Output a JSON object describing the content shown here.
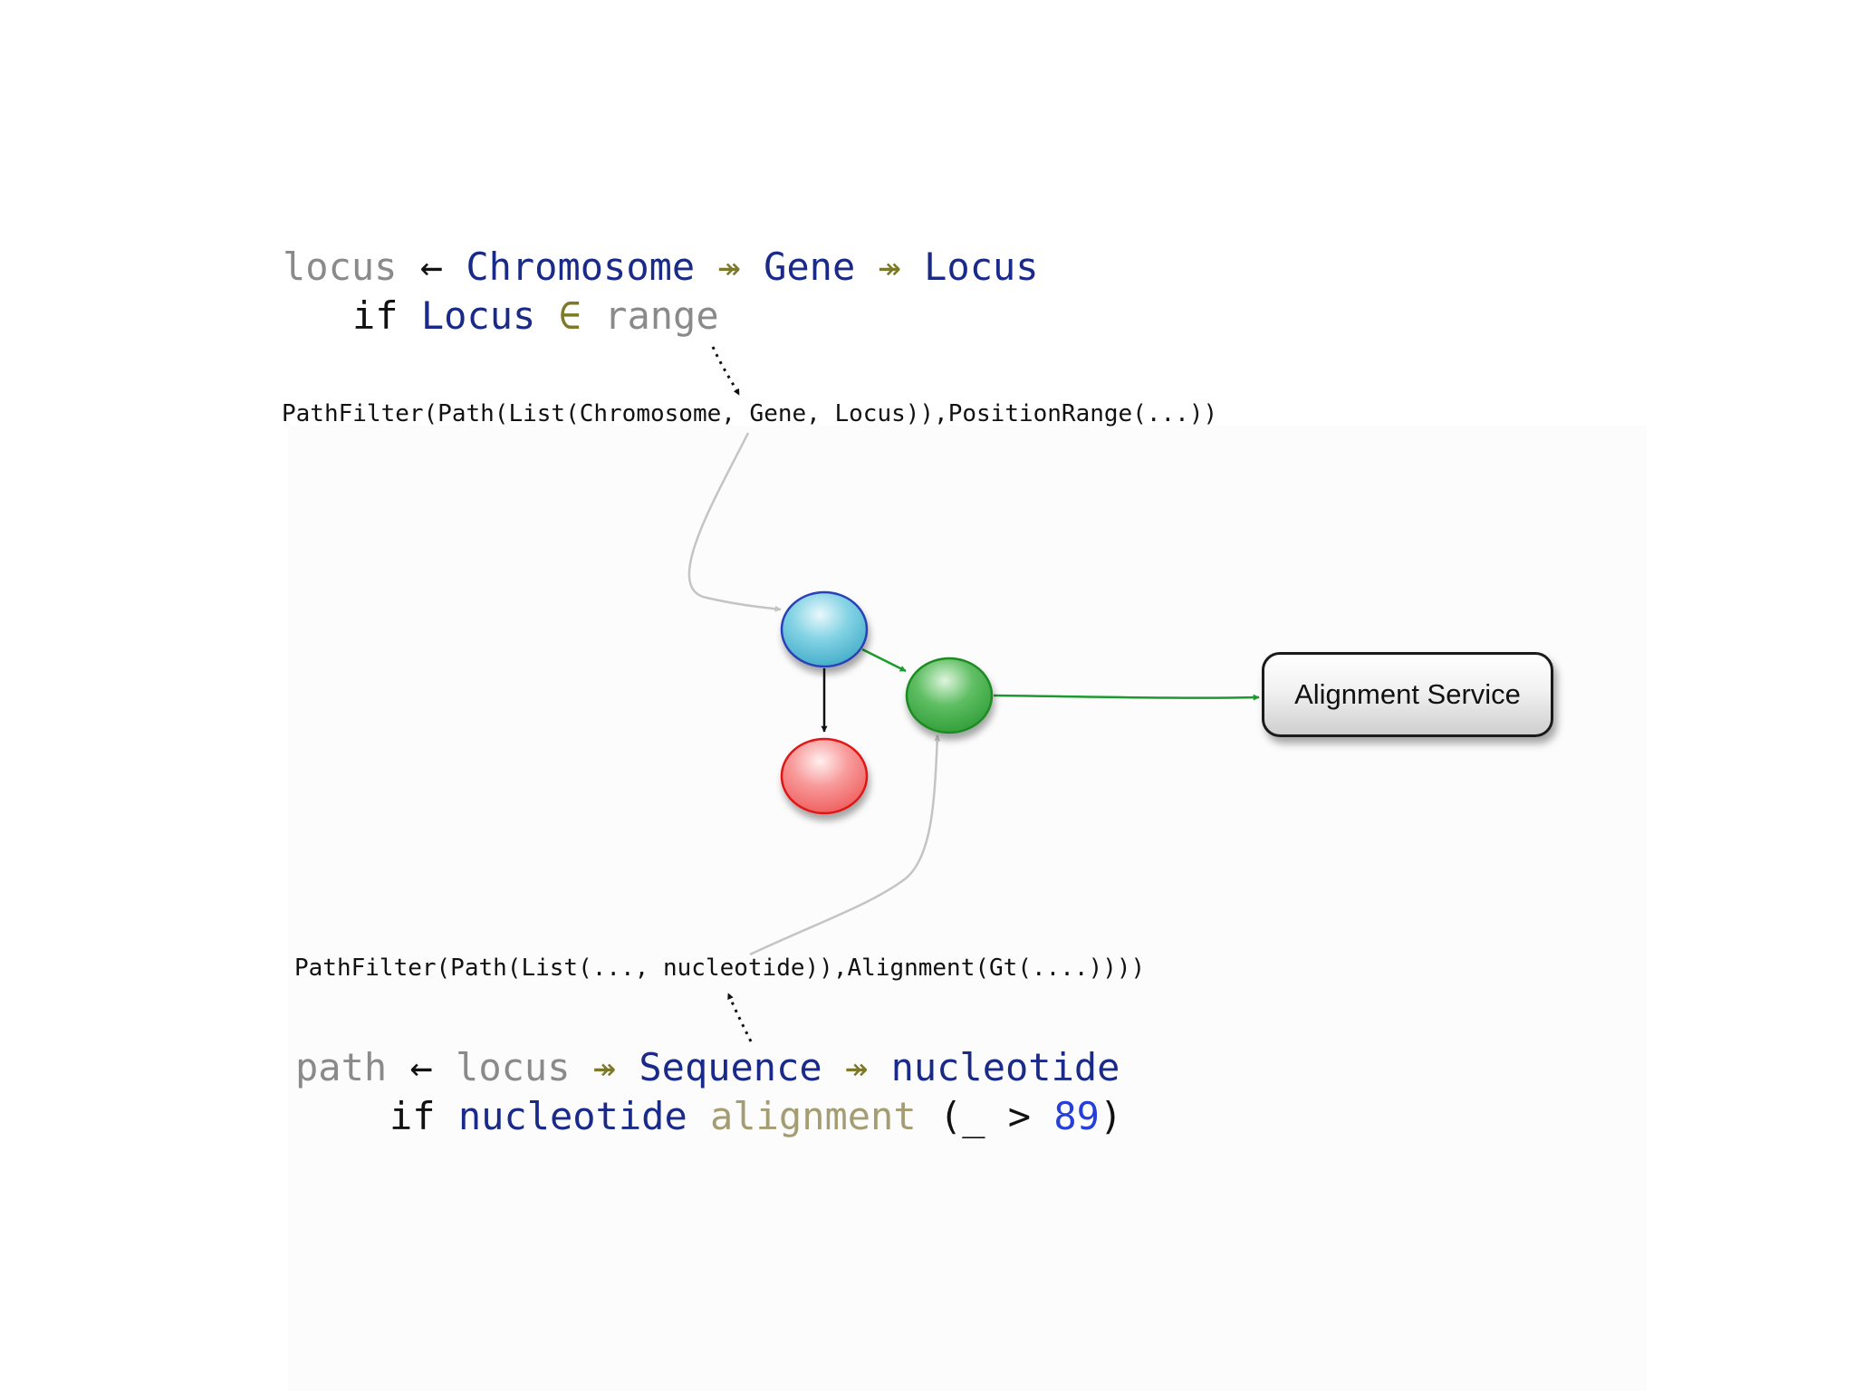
{
  "query1": {
    "line1": {
      "var": "locus",
      "assign": "←",
      "t1": "Chromosome",
      "arrow1": "↠",
      "t2": "Gene",
      "arrow2": "↠",
      "t3": "Locus"
    },
    "line2": {
      "kw": "if",
      "t": "Locus",
      "op": "∈",
      "var": "range"
    },
    "code": "PathFilter(Path(List(Chromosome, Gene, Locus)),PositionRange(...))"
  },
  "query2": {
    "code": "PathFilter(Path(List(..., nucleotide)),Alignment(Gt(....))))",
    "line1": {
      "var1": "path",
      "assign": "←",
      "var2": "locus",
      "arrow1": "↠",
      "t1": "Sequence",
      "arrow2": "↠",
      "t2": "nucleotide"
    },
    "line2": {
      "kw": "if",
      "t": "nucleotide",
      "fn": "alignment",
      "open": "(_",
      "gt": ">",
      "num": "89",
      "close": ")"
    }
  },
  "nodes": {
    "top": {
      "fill": "#5cc3d9",
      "stroke": "#2a3fb8"
    },
    "bottom": {
      "fill": "#f26a6a",
      "stroke": "#e01818"
    },
    "right": {
      "fill": "#3fae45",
      "stroke": "#1b8c22"
    }
  },
  "service": {
    "label": "Alignment Service"
  },
  "colors": {
    "gray_connector": "#c4c4c4",
    "green_connector": "#1d9a2e",
    "black_connector": "#111111"
  }
}
